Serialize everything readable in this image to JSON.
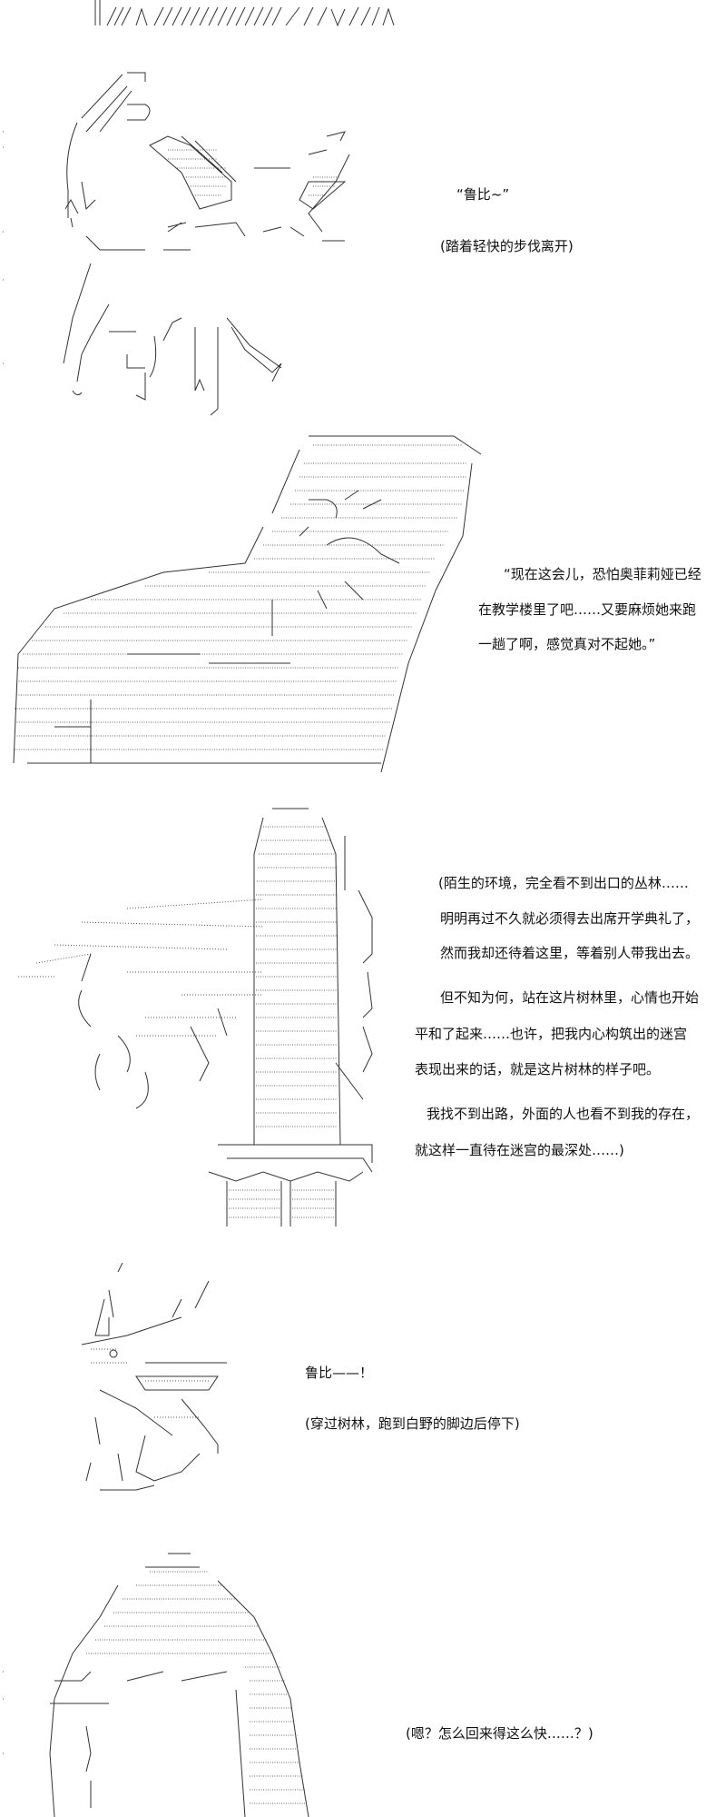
{
  "scene1": {
    "dialogue": "“鲁比~”",
    "action": "(踏着轻快的步伐离开)"
  },
  "scene2": {
    "lines": [
      "“现在这会儿，恐怕奥菲莉娅已经",
      "在教学楼里了吧……又要麻烦她来跑",
      "一趟了啊，感觉真对不起她。”"
    ]
  },
  "scene3": {
    "lines": [
      "(陌生的环境，完全看不到出口的丛林……",
      "明明再过不久就必须得去出席开学典礼了，",
      "然而我却还待着这里，等着别人带我出去。",
      "但不知为何，站在这片树林里，心情也开始",
      "平和了起来……也许，把我内心构筑出的迷宫",
      "表现出来的话，就是这片树林的样子吧。",
      "我找不到出路，外面的人也看不到我的存在，",
      "就这样一直待在迷宫的最深处……)"
    ]
  },
  "scene4": {
    "dialogue": "鲁比——！",
    "action": "(穿过树林，跑到白野的脚边后停下)"
  },
  "scene5": {
    "thought": "(嗯？怎么回来得这么快……？)"
  }
}
